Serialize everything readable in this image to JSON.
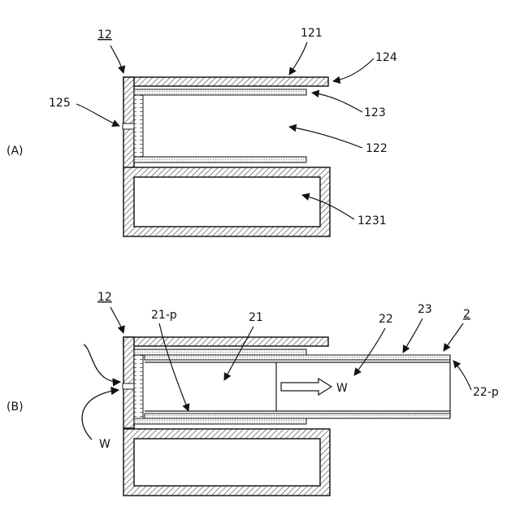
{
  "figure_a": {
    "panel_label": "(A)",
    "labels": {
      "part": "12",
      "top_plate": "121",
      "cavity": "122",
      "liner": "123",
      "lip": "124",
      "hole": "125",
      "box": "1231"
    }
  },
  "figure_b": {
    "panel_label": "(B)",
    "labels": {
      "part": "12",
      "piston": "21",
      "piston_p": "21-p",
      "tube": "22",
      "coating": "23",
      "assembly": "2",
      "tube_p": "22-p",
      "flow_inner": "W",
      "flow_outer": "W"
    }
  },
  "colors": {
    "line": "#1a1a1a",
    "hatch": "#555555",
    "dots": "#9a9a9a",
    "background": "#ffffff"
  }
}
